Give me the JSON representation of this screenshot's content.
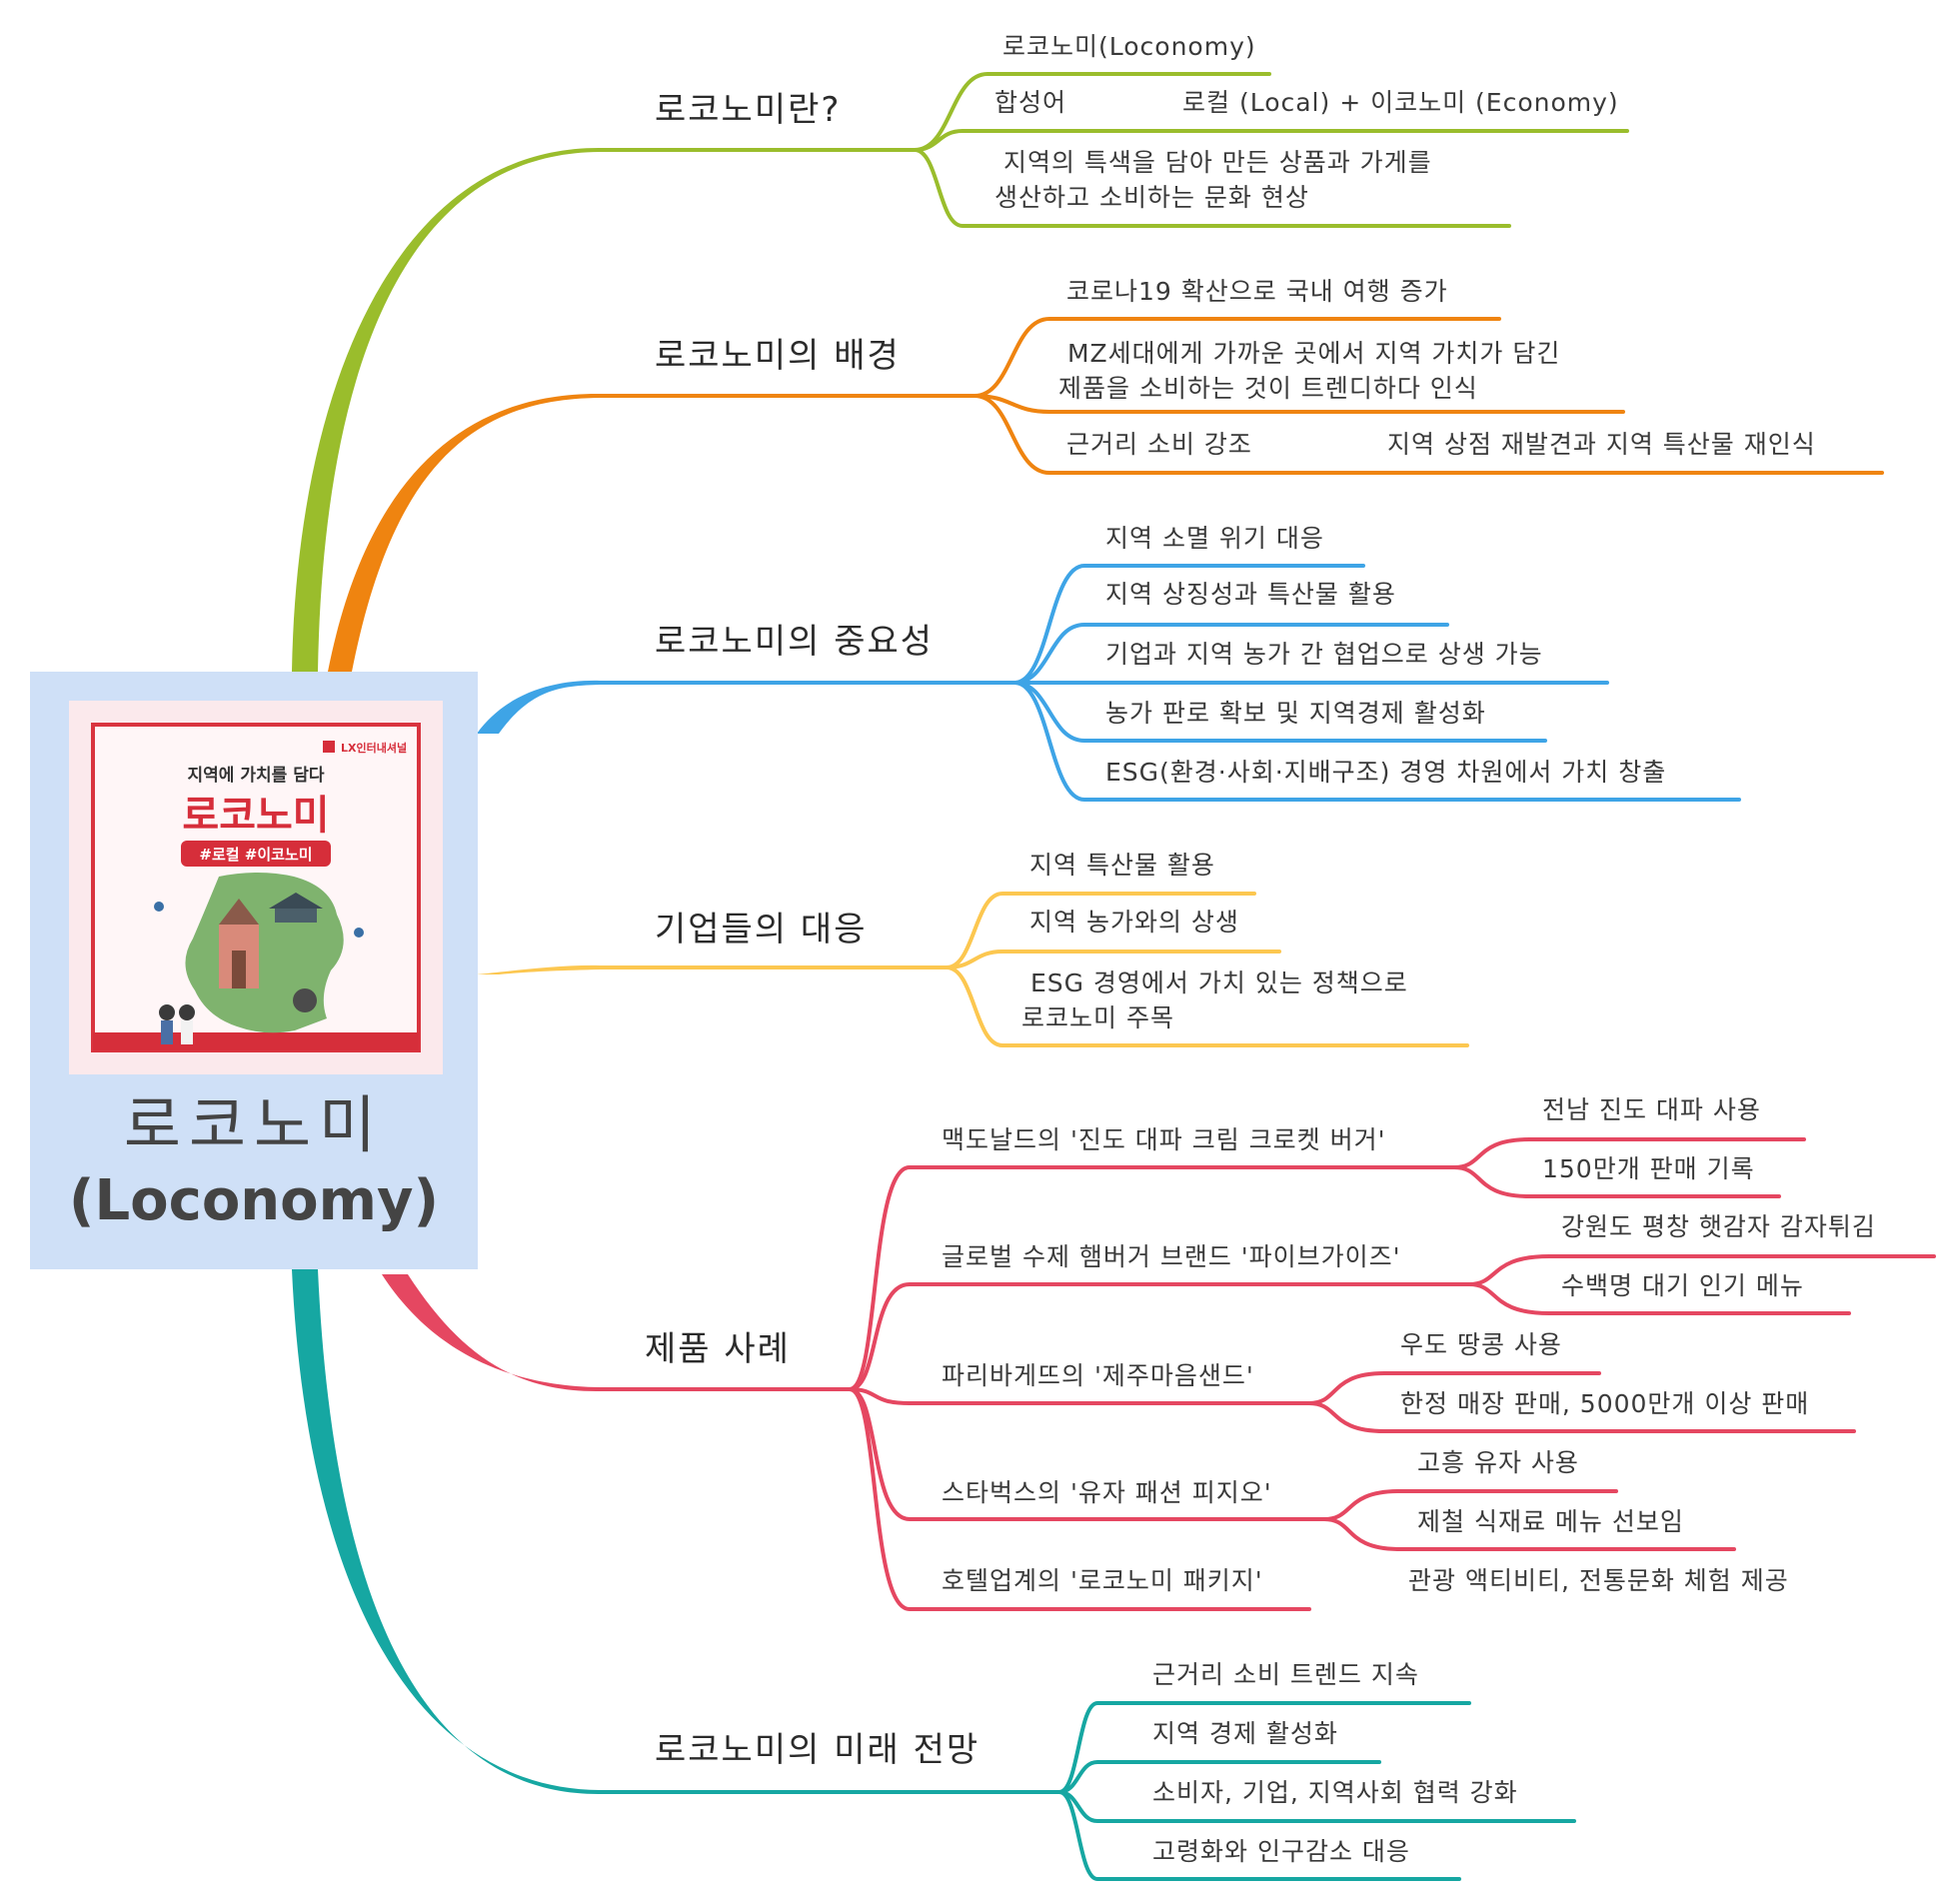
{
  "center": {
    "title_ko": "로코노미",
    "title_en": "(Loconomy)",
    "poster": {
      "brand": "LX인터내셔널",
      "tagline": "지역에 가치를 담다",
      "headline": "로코노미",
      "hashtags": "#로컬 #이코노미"
    }
  },
  "colors": {
    "green": "#9abd2c",
    "orange": "#ef8410",
    "blue": "#3ea4e6",
    "yellow": "#fcc750",
    "red": "#e54761",
    "teal": "#16a7a2"
  },
  "branches": [
    {
      "label": "로코노미란?",
      "color": "green",
      "leaves": [
        {
          "text": "로코노미(Loconomy)"
        },
        {
          "text": "합성어",
          "child": "로컬 (Local) + 이코노미 (Economy)"
        },
        {
          "text": " 지역의 특색을 담아 만든 상품과 가게를\n생산하고 소비하는 문화 현상"
        }
      ]
    },
    {
      "label": "로코노미의 배경",
      "color": "orange",
      "leaves": [
        {
          "text": "코로나19 확산으로 국내 여행 증가"
        },
        {
          "text": " MZ세대에게 가까운 곳에서 지역 가치가 담긴\n제품을 소비하는 것이 트렌디하다 인식"
        },
        {
          "text": "근거리 소비 강조",
          "child": "지역 상점 재발견과 지역 특산물 재인식"
        }
      ]
    },
    {
      "label": "로코노미의 중요성",
      "color": "blue",
      "leaves": [
        {
          "text": "지역 소멸 위기 대응"
        },
        {
          "text": "지역 상징성과 특산물 활용"
        },
        {
          "text": "기업과 지역 농가 간 협업으로 상생 가능"
        },
        {
          "text": "농가 판로 확보 및 지역경제 활성화"
        },
        {
          "text": "ESG(환경·사회·지배구조) 경영 차원에서 가치 창출"
        }
      ]
    },
    {
      "label": "기업들의 대응",
      "color": "yellow",
      "leaves": [
        {
          "text": "지역 특산물 활용"
        },
        {
          "text": "지역 농가와의 상생"
        },
        {
          "text": " ESG 경영에서 가치 있는 정책으로\n로코노미 주목"
        }
      ]
    },
    {
      "label": "제품 사례",
      "color": "red",
      "leaves": [
        {
          "text": "맥도날드의 '진도 대파 크림 크로켓 버거'",
          "children": [
            "전남 진도 대파 사용",
            "150만개 판매 기록"
          ]
        },
        {
          "text": "글로벌 수제 햄버거 브랜드 '파이브가이즈'",
          "children": [
            "강원도 평창 햇감자 감자튀김",
            "수백명 대기 인기 메뉴"
          ]
        },
        {
          "text": "파리바게뜨의 '제주마음샌드'",
          "children": [
            "우도 땅콩 사용",
            "한정 매장 판매, 5000만개 이상 판매"
          ]
        },
        {
          "text": "스타벅스의 '유자 패션 피지오'",
          "children": [
            "고흥 유자 사용",
            "제철 식재료 메뉴 선보임"
          ]
        },
        {
          "text": "호텔업계의 '로코노미 패키지'",
          "child": "관광 액티비티, 전통문화 체험 제공"
        }
      ]
    },
    {
      "label": "로코노미의 미래 전망",
      "color": "teal",
      "leaves": [
        {
          "text": "근거리 소비 트렌드 지속"
        },
        {
          "text": "지역 경제 활성화"
        },
        {
          "text": "소비자, 기업, 지역사회 협력 강화"
        },
        {
          "text": "고령화와 인구감소 대응"
        }
      ]
    }
  ]
}
